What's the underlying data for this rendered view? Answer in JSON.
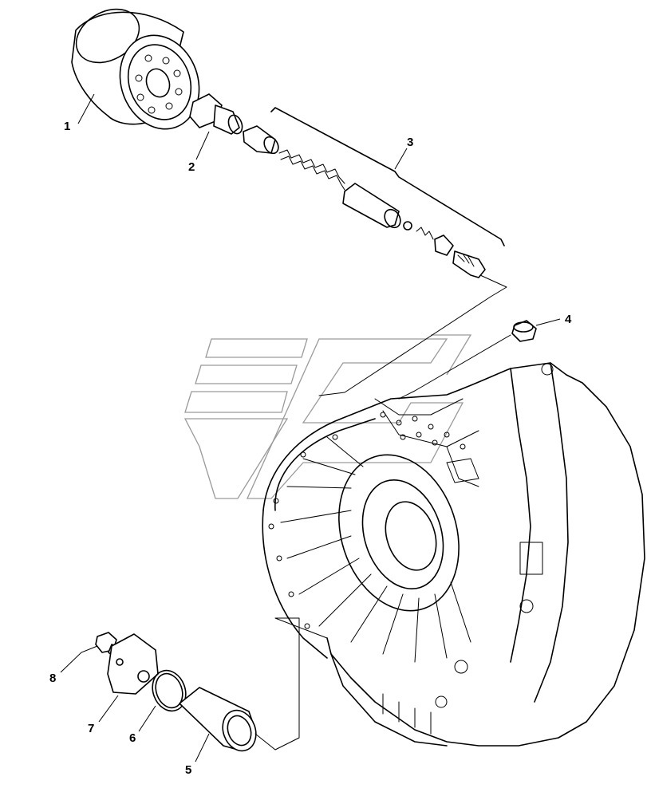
{
  "callouts": [
    {
      "id": "1",
      "label": "1"
    },
    {
      "id": "2",
      "label": "2"
    },
    {
      "id": "3",
      "label": "3"
    },
    {
      "id": "4",
      "label": "4"
    },
    {
      "id": "5",
      "label": "5"
    },
    {
      "id": "6",
      "label": "6"
    },
    {
      "id": "7",
      "label": "7"
    },
    {
      "id": "8",
      "label": "8"
    }
  ],
  "colors": {
    "line": "#000000",
    "background": "#ffffff",
    "watermark": "#9a9a9a"
  }
}
